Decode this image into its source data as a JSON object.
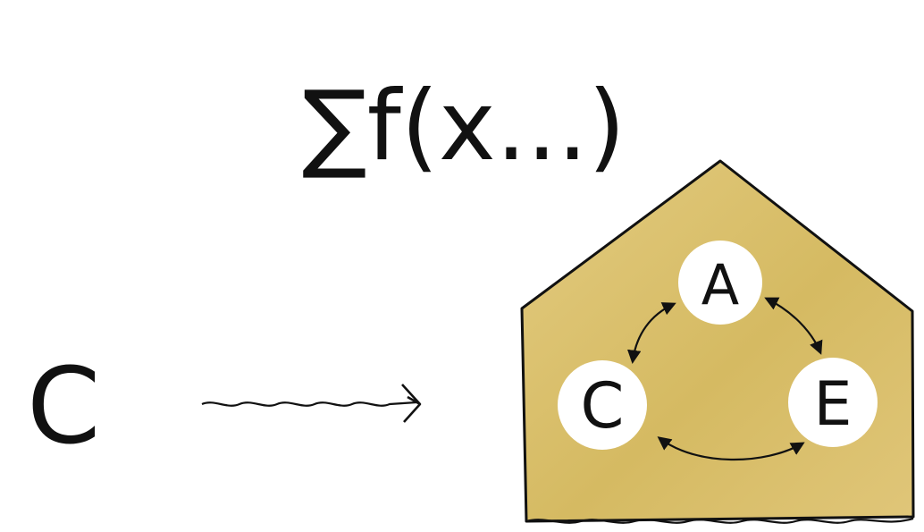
{
  "formula": {
    "text": "∑f(x...)"
  },
  "input": {
    "label": "C"
  },
  "house": {
    "nodes": [
      {
        "id": "a",
        "label": "A"
      },
      {
        "id": "c",
        "label": "C"
      },
      {
        "id": "e",
        "label": "E"
      }
    ]
  },
  "colors": {
    "ink": "#111111",
    "house_fill": "#d7bd67",
    "house_fill_light": "#e6d08a",
    "node_fill": "#ffffff",
    "background": "#ffffff"
  }
}
